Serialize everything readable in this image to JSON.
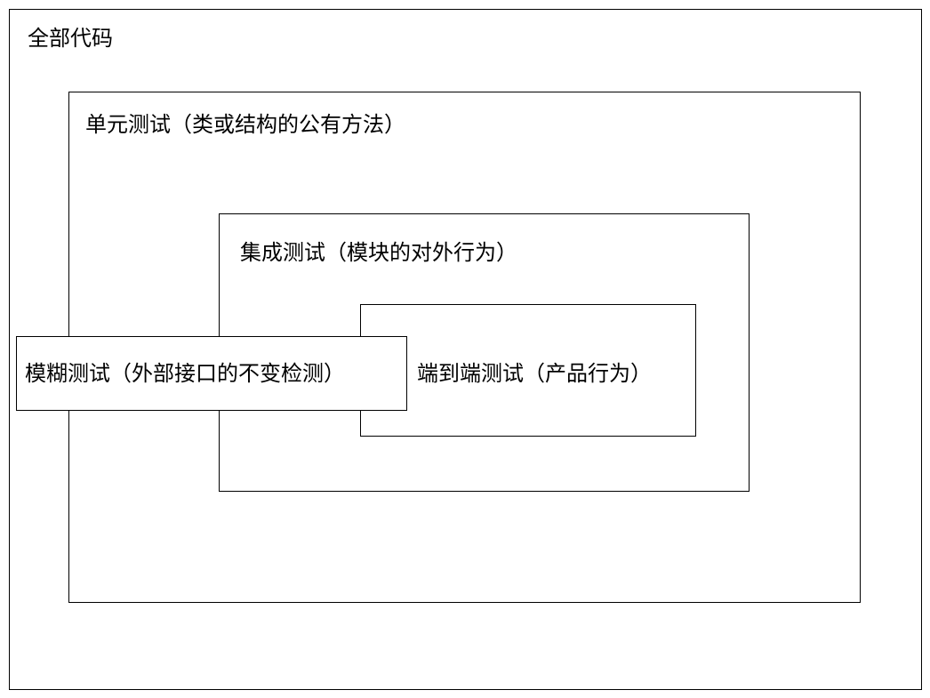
{
  "diagram": {
    "all_code": {
      "label": "全部代码"
    },
    "unit_test": {
      "label": "单元测试（类或结构的公有方法）"
    },
    "integration_test": {
      "label": "集成测试（模块的对外行为）"
    },
    "e2e_test": {
      "label": "端到端测试（产品行为）"
    },
    "fuzz_test": {
      "label": "模糊测试（外部接口的不变检测）"
    }
  }
}
